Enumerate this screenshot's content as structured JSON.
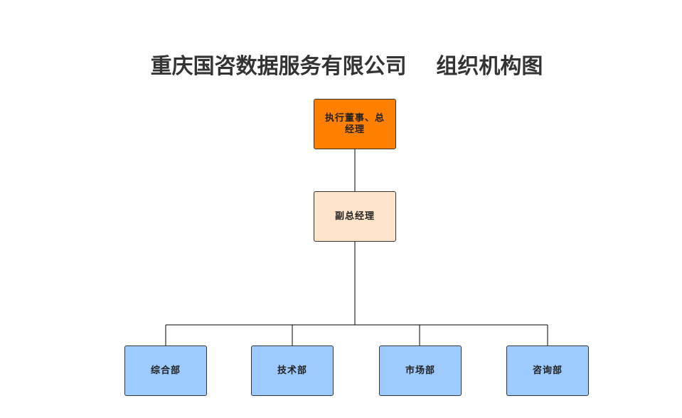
{
  "diagram": {
    "title": "重庆国咨数据服务有限公司    组织机构图",
    "nodes": {
      "ceo": "执行董事、总经理",
      "vp": "副总经理",
      "departments": [
        "综合部",
        "技术部",
        "市场部",
        "咨询部"
      ]
    },
    "colors": {
      "ceo": "#ff8000",
      "vp": "#ffe4cc",
      "department": "#9ecbff",
      "line": "#000000"
    }
  }
}
